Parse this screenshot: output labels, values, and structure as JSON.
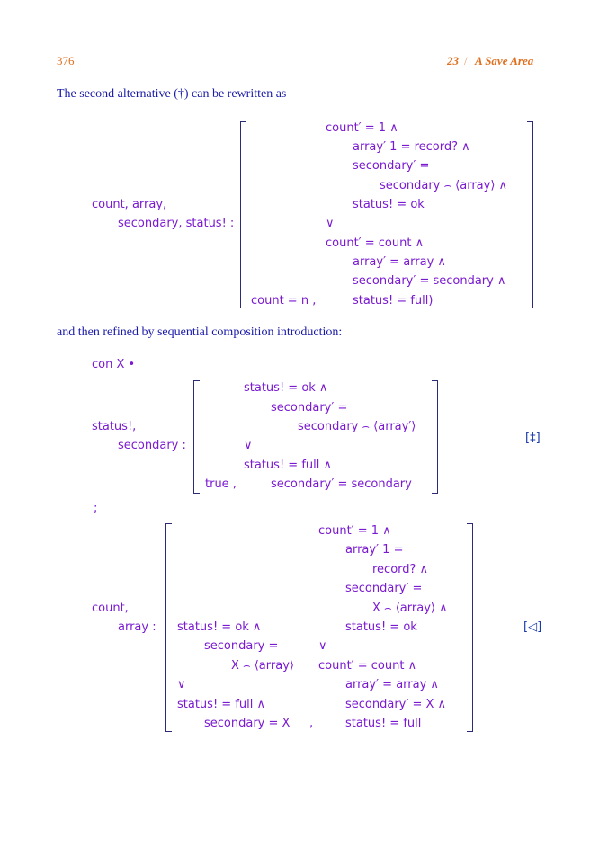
{
  "header": {
    "page_number": "376",
    "chapter_num": "23",
    "sep": "/",
    "chapter_title": "A Save Area"
  },
  "intro_line": "The second alternative (†) can be rewritten as",
  "spec1": {
    "frame_l1": "count, array,",
    "frame_l2": "secondary, status! :",
    "post": [
      "count′ = 1 ∧",
      "array′ 1 = record? ∧",
      "secondary′ =",
      "secondary ⌢ ⟨array⟩ ∧",
      "status! = ok",
      "∨",
      "count′ = count ∧",
      "array′ = array ∧",
      "secondary′ = secondary ∧"
    ],
    "pre": "count = n ,",
    "last": "status! = full)"
  },
  "middle_line": "and then refined by sequential composition introduction:",
  "con_line": "con X •",
  "spec2": {
    "frame_l1": "status!,",
    "frame_l2": "secondary :",
    "post": [
      "status! = ok ∧",
      "secondary′ =",
      "secondary ⌢ ⟨array′⟩",
      "∨",
      "status! = full ∧"
    ],
    "pre": "true ,",
    "last": "secondary′ = secondary",
    "tag": "[‡]"
  },
  "semicolon": ";",
  "spec3": {
    "frame_l1": "count,",
    "frame_l2": "array :",
    "pre": [
      "status! = ok ∧",
      "secondary =",
      "X ⌢ ⟨array⟩",
      "∨",
      "status! = full ∧",
      "secondary = X"
    ],
    "comma": ",",
    "post": [
      "count′ = 1 ∧",
      "array′ 1 =",
      "record? ∧",
      "secondary′ =",
      "X ⌢ ⟨array⟩ ∧",
      "status! = ok",
      "∨",
      "count′ = count ∧",
      "array′ = array ∧",
      "secondary′ = X ∧",
      "status! = full"
    ],
    "tag": "[◁]"
  }
}
